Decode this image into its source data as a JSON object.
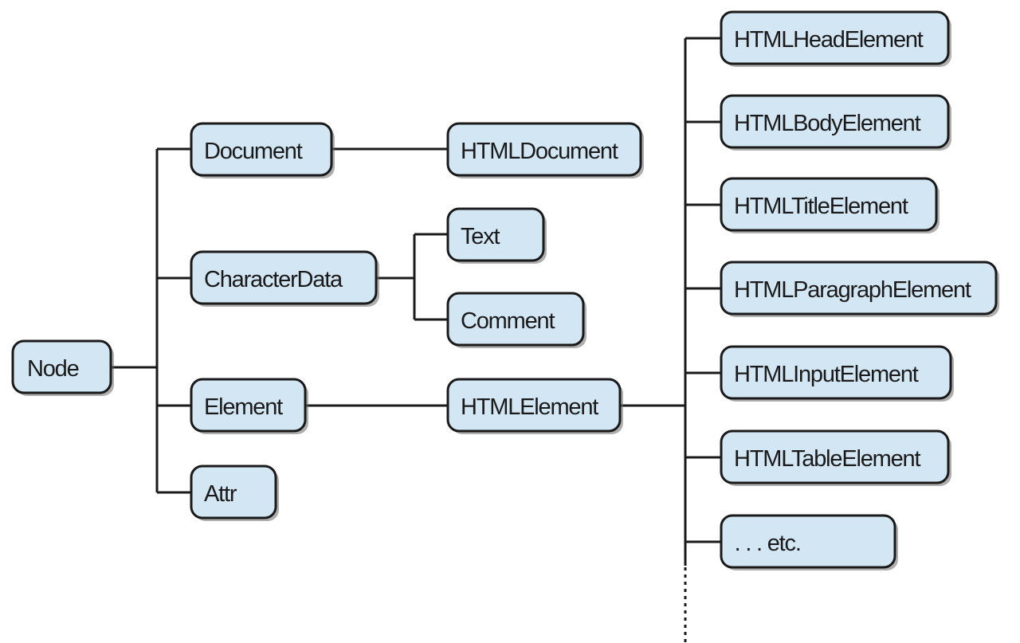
{
  "diagram": {
    "nodes": {
      "node": "Node",
      "document": "Document",
      "character_data": "CharacterData",
      "element": "Element",
      "attr": "Attr",
      "html_document": "HTMLDocument",
      "text": "Text",
      "comment": "Comment",
      "html_element": "HTMLElement",
      "html_head_element": "HTMLHeadElement",
      "html_body_element": "HTMLBodyElement",
      "html_title_element": "HTMLTitleElement",
      "html_paragraph_element": "HTMLParagraphElement",
      "html_input_element": "HTMLInputElement",
      "html_table_element": "HTMLTableElement",
      "etc": " . . . etc."
    },
    "colors": {
      "box_fill": "#d3e6f3",
      "box_border": "#1a1a1a",
      "line": "#1a1a1a"
    }
  }
}
